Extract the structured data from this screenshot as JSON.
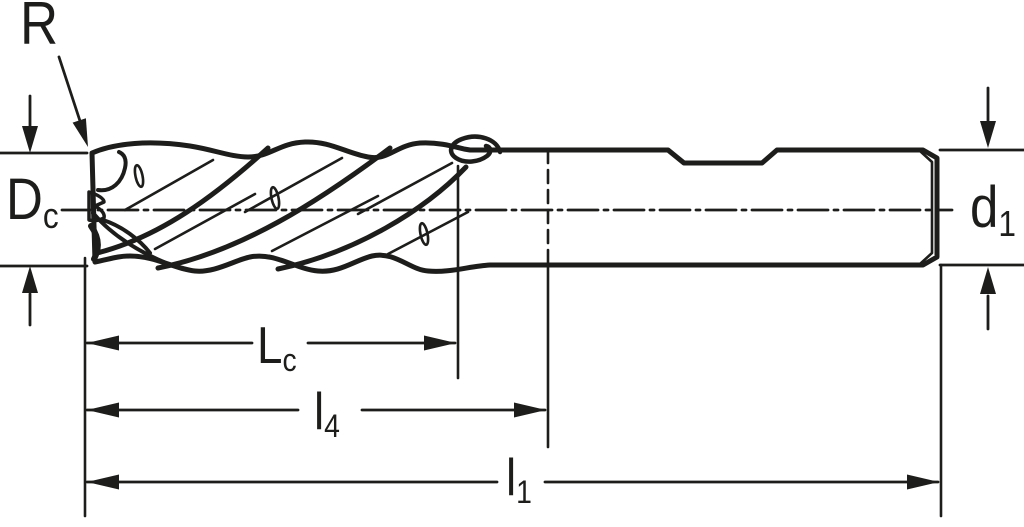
{
  "colors": {
    "line": "#1d1d1b",
    "tool_fill": "#d7dbdd",
    "background": "#ffffff"
  },
  "labels": {
    "radius": {
      "text": "R"
    },
    "cutting_diameter": {
      "base": "D",
      "sub": "c"
    },
    "shank_diameter": {
      "base": "d",
      "sub": "1"
    },
    "cut_length": {
      "base": "L",
      "sub": "c"
    },
    "length_4": {
      "base": "l",
      "sub": "4"
    },
    "overall_length": {
      "base": "l",
      "sub": "1"
    }
  }
}
